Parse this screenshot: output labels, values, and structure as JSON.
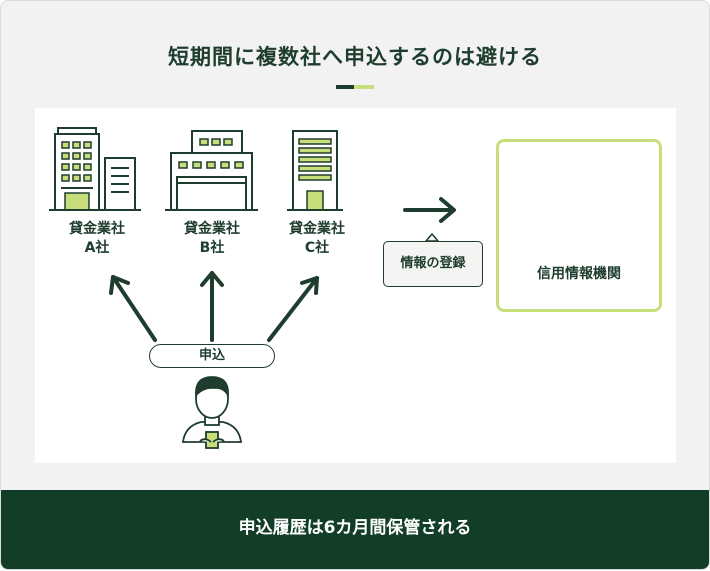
{
  "title": "短期間に複数社へ申込するのは避ける",
  "lenders": [
    {
      "name": "貸金業社",
      "suffix": "A社"
    },
    {
      "name": "貸金業社",
      "suffix": "B社"
    },
    {
      "name": "貸金業社",
      "suffix": "C社"
    }
  ],
  "apply_label": "申込",
  "register_label": "情報の登録",
  "credit_agency": "信用情報機関",
  "footer": "申込履歴は6カ月間保管される",
  "colors": {
    "dark_green": "#1f3d2e",
    "lime": "#c8de7a",
    "footer_bg": "#123d27",
    "background": "#f1f2f1"
  }
}
